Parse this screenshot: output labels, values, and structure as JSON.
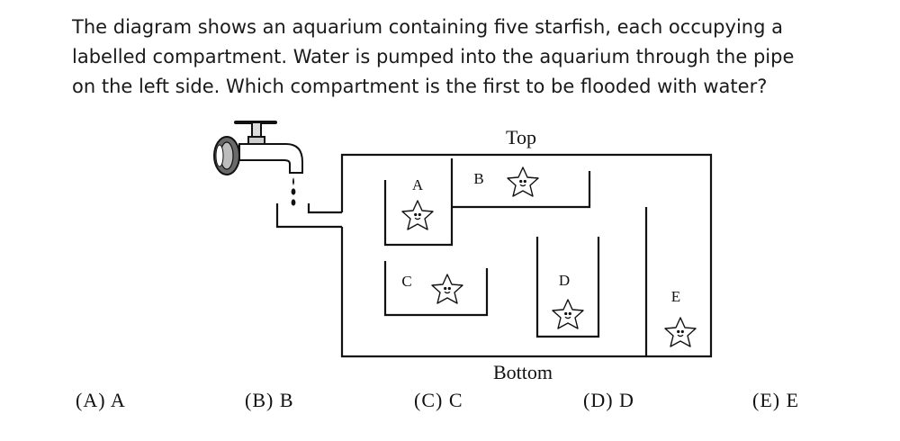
{
  "question": {
    "lines": [
      "The diagram shows an aquarium containing five starfish, each occupying a",
      "labelled compartment. Water is pumped into the aquarium through the pipe",
      "on the left side. Which compartment is the first to be flooded with water?"
    ]
  },
  "diagram": {
    "top_label": "Top",
    "bottom_label": "Bottom",
    "compartments": [
      "A",
      "B",
      "C",
      "D",
      "E"
    ]
  },
  "options": [
    {
      "mark": "(A)",
      "text": "A"
    },
    {
      "mark": "(B)",
      "text": "B"
    },
    {
      "mark": "(C)",
      "text": "C"
    },
    {
      "mark": "(D)",
      "text": "D"
    },
    {
      "mark": "(E)",
      "text": "E"
    }
  ],
  "colors": {
    "ink": "#111111",
    "text": "#1a1a1a",
    "background": "#ffffff"
  }
}
